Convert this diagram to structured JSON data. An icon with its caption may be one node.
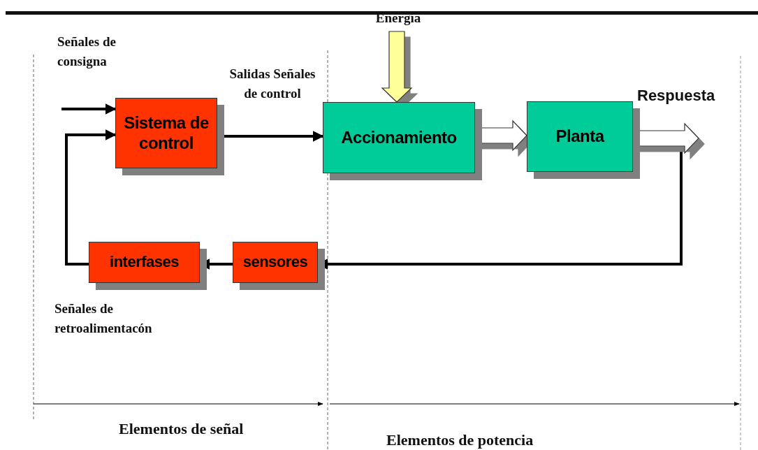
{
  "diagram": {
    "nodes": [
      {
        "text": [
          "Sistema de control"
        ]
      },
      {
        "text": [
          "Accionamiento"
        ]
      },
      {
        "text": [
          "Planta"
        ]
      },
      {
        "text": [
          "sensores"
        ]
      },
      {
        "text": [
          "interfases"
        ]
      }
    ],
    "edges": [
      {
        "from": null,
        "to": 0,
        "arrow": "to"
      },
      {
        "from": 4,
        "to": 0,
        "arrow": "to"
      },
      {
        "from": 0,
        "to": 1,
        "arrow": "to",
        "label": "Salidas Señales de control"
      },
      {
        "from": null,
        "to": 1,
        "arrow": "to",
        "label": "Energía",
        "style": "thick",
        "color": "#ffff99"
      },
      {
        "from": 1,
        "to": 2,
        "arrow": "to",
        "style": "thick",
        "color": "#ffffff"
      },
      {
        "from": 2,
        "to": null,
        "arrow": "to",
        "label": "Respuesta",
        "style": "thick",
        "color": "#ffffff"
      },
      {
        "from": 2,
        "to": 3,
        "arrow": "to"
      },
      {
        "from": 3,
        "to": 4,
        "arrow": "to"
      }
    ],
    "labels": [
      "Señales de consigna",
      "Señales de retroalimentacón",
      "Elementos de señal",
      "Elementos de potencia"
    ]
  }
}
